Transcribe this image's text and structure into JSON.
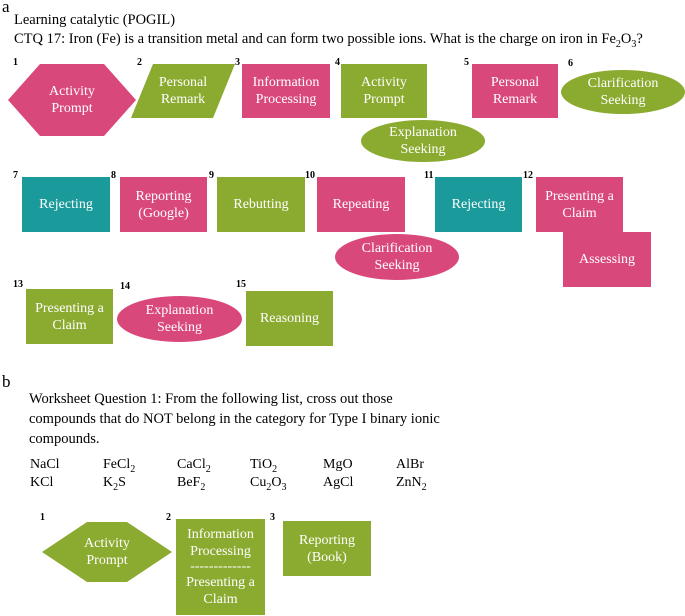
{
  "panel_a": {
    "letter": "a",
    "title": "Learning catalytic (POGIL)",
    "question_prefix": "CTQ 17: Iron (Fe) is a transition metal and can form two possible ions. What is the charge on iron in Fe",
    "formula_sub1": "2",
    "formula_mid": "O",
    "formula_sub2": "3",
    "formula_suffix": "?",
    "nodes": [
      {
        "num": "1",
        "label": "Activity\nPrompt",
        "shape": "diamond",
        "color": "pink"
      },
      {
        "num": "2",
        "label": "Personal\nRemark",
        "shape": "parallelogram",
        "color": "green"
      },
      {
        "num": "3",
        "label": "Information\nProcessing",
        "shape": "rect",
        "color": "pink"
      },
      {
        "num": "4",
        "label": "Activity\nPrompt",
        "shape": "rect",
        "color": "green"
      },
      {
        "num": "",
        "label": "Explanation\nSeeking",
        "shape": "ellipse",
        "color": "green"
      },
      {
        "num": "5",
        "label": "Personal\nRemark",
        "shape": "rect",
        "color": "pink"
      },
      {
        "num": "6",
        "label": "Clarification\nSeeking",
        "shape": "ellipse",
        "color": "green"
      },
      {
        "num": "7",
        "label": "Rejecting",
        "shape": "rect",
        "color": "teal"
      },
      {
        "num": "8",
        "label": "Reporting\n(Google)",
        "shape": "rect",
        "color": "pink"
      },
      {
        "num": "9",
        "label": "Rebutting",
        "shape": "rect",
        "color": "green"
      },
      {
        "num": "10",
        "label": "Repeating",
        "shape": "rect",
        "color": "pink"
      },
      {
        "num": "",
        "label": "Clarification\nSeeking",
        "shape": "ellipse",
        "color": "pink"
      },
      {
        "num": "11",
        "label": "Rejecting",
        "shape": "rect",
        "color": "teal"
      },
      {
        "num": "12",
        "label": "Presenting a\nClaim",
        "shape": "rect",
        "color": "pink"
      },
      {
        "num": "",
        "label": "Assessing",
        "shape": "rect",
        "color": "pink"
      },
      {
        "num": "13",
        "label": "Presenting a\nClaim",
        "shape": "rect",
        "color": "green"
      },
      {
        "num": "14",
        "label": "Explanation\nSeeking",
        "shape": "ellipse",
        "color": "pink"
      },
      {
        "num": "15",
        "label": "Reasoning",
        "shape": "rect",
        "color": "green"
      }
    ]
  },
  "panel_b": {
    "letter": "b",
    "worksheet_text": "Worksheet Question 1: From the following list, cross out those compounds that do NOT belong in the category for Type I binary ionic compounds.",
    "compounds_row1": [
      {
        "base": "NaCl",
        "sub": "",
        "tail": ""
      },
      {
        "base": "FeCl",
        "sub": "2",
        "tail": ""
      },
      {
        "base": "CaCl",
        "sub": "2",
        "tail": ""
      },
      {
        "base": "TiO",
        "sub": "2",
        "tail": ""
      },
      {
        "base": "MgO",
        "sub": "",
        "tail": ""
      },
      {
        "base": "AlBr",
        "sub": "",
        "tail": ""
      }
    ],
    "compounds_row2": [
      {
        "base": "KCl",
        "sub": "",
        "tail": ""
      },
      {
        "base": "K",
        "sub": "2",
        "tail": "S"
      },
      {
        "base": "BeF",
        "sub": "2",
        "tail": ""
      },
      {
        "base": "Cu",
        "sub": "2",
        "tail": "O",
        "sub2": "3"
      },
      {
        "base": "AgCl",
        "sub": "",
        "tail": ""
      },
      {
        "base": "ZnN",
        "sub": "2",
        "tail": ""
      }
    ],
    "nodes": [
      {
        "num": "1",
        "label": "Activity\nPrompt",
        "shape": "diamond",
        "color": "green"
      },
      {
        "num": "2",
        "label_top": "Information\nProcessing",
        "separator": "-------------",
        "label_bottom": "Presenting a\nClaim",
        "shape": "rect",
        "color": "green"
      },
      {
        "num": "3",
        "label": "Reporting\n(Book)",
        "shape": "rect",
        "color": "green"
      }
    ]
  },
  "colors": {
    "pink": "#d9487b",
    "green": "#8bab30",
    "teal": "#1a9a9a"
  }
}
